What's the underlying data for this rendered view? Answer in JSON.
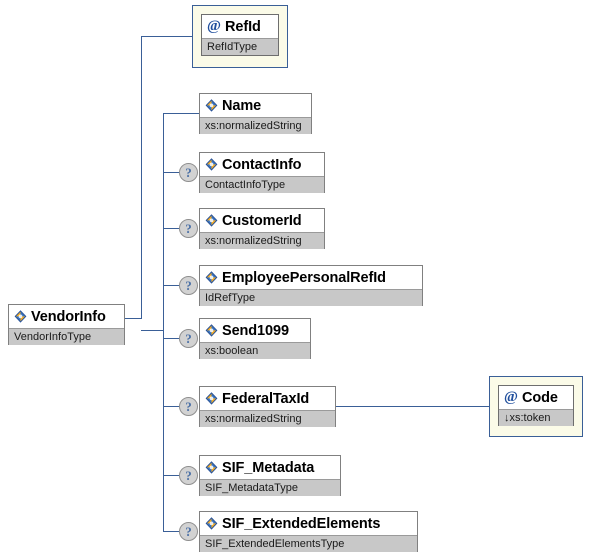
{
  "diagram": {
    "kind": "xml-schema-tree",
    "root": {
      "name": "VendorInfo",
      "type": "VendorInfoType",
      "node_kind": "element",
      "icon": "element-icon"
    },
    "attributes": [
      {
        "name": "RefId",
        "type": "RefIdType",
        "node_kind": "attribute",
        "icon": "at-icon",
        "optional": false
      }
    ],
    "elements": [
      {
        "name": "Name",
        "type": "xs:normalizedString",
        "node_kind": "element",
        "icon": "element-icon",
        "optional": false
      },
      {
        "name": "ContactInfo",
        "type": "ContactInfoType",
        "node_kind": "element",
        "icon": "element-icon",
        "optional": true,
        "optional_marker": "?"
      },
      {
        "name": "CustomerId",
        "type": "xs:normalizedString",
        "node_kind": "element",
        "icon": "element-icon",
        "optional": true,
        "optional_marker": "?"
      },
      {
        "name": "EmployeePersonalRefId",
        "type": "IdRefType",
        "node_kind": "element",
        "icon": "element-icon",
        "optional": true,
        "optional_marker": "?"
      },
      {
        "name": "Send1099",
        "type": "xs:boolean",
        "node_kind": "element",
        "icon": "element-icon",
        "optional": true,
        "optional_marker": "?"
      },
      {
        "name": "FederalTaxId",
        "type": "xs:normalizedString",
        "node_kind": "element",
        "icon": "element-icon",
        "optional": true,
        "optional_marker": "?"
      },
      {
        "name": "SIF_Metadata",
        "type": "SIF_MetadataType",
        "node_kind": "element",
        "icon": "element-icon",
        "optional": true,
        "optional_marker": "?"
      },
      {
        "name": "SIF_ExtendedElements",
        "type": "SIF_ExtendedElementsType",
        "node_kind": "element",
        "icon": "element-icon",
        "optional": true,
        "optional_marker": "?"
      }
    ],
    "child_attributes": [
      {
        "parent": "FederalTaxId",
        "name": "Code",
        "type": "xs:token",
        "type_prefix": "↓",
        "node_kind": "attribute",
        "icon": "at-icon",
        "optional": false
      }
    ],
    "colors": {
      "connector": "#3a5f97",
      "attribute_frame_fill": "#fbfbe8",
      "attribute_frame_border": "#3a5f97",
      "node_border": "#808080",
      "type_row_fill": "#c8c8c8",
      "title_fill": "#ffffff",
      "optional_marker_fill": "#d2d2d2",
      "optional_marker_text": "#4a6fa5",
      "at_icon_color": "#1f4e9c"
    }
  }
}
